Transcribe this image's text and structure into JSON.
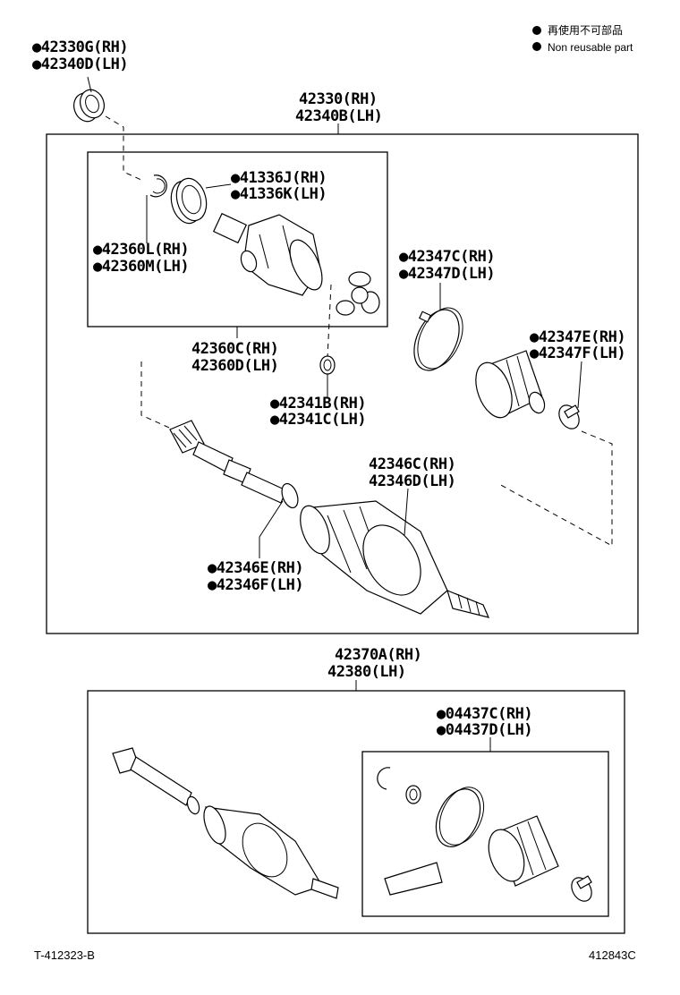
{
  "legend": {
    "jp": "再使用不可部品",
    "en": "Non reusable part"
  },
  "labels": {
    "g42330": [
      "●42330G(RH)",
      "●42340D(LH)"
    ],
    "shaft_main": [
      "42330(RH)",
      "42340B(LH)"
    ],
    "inboard": [
      "●41336J(RH)",
      "●41336K(LH)"
    ],
    "snap": [
      "●42360L(RH)",
      "●42360M(LH)"
    ],
    "joint": [
      "42360C(RH)",
      "42360D(LH)"
    ],
    "clamp_big": [
      "●42347C(RH)",
      "●42347D(LH)"
    ],
    "clamp_small": [
      "●42347E(RH)",
      "●42347F(LH)"
    ],
    "ring": [
      "●42341B(RH)",
      "●42341C(LH)"
    ],
    "boot": [
      "42346C(RH)",
      "42346D(LH)"
    ],
    "boot_clamp": [
      "●42346E(RH)",
      "●42346F(LH)"
    ],
    "assy": [
      "42370A(RH)",
      "42380(LH)"
    ],
    "kit": [
      "●04437C(RH)",
      "●04437D(LH)"
    ]
  },
  "footer": {
    "left_code": "T-412323-B",
    "right_code": "412843C"
  }
}
